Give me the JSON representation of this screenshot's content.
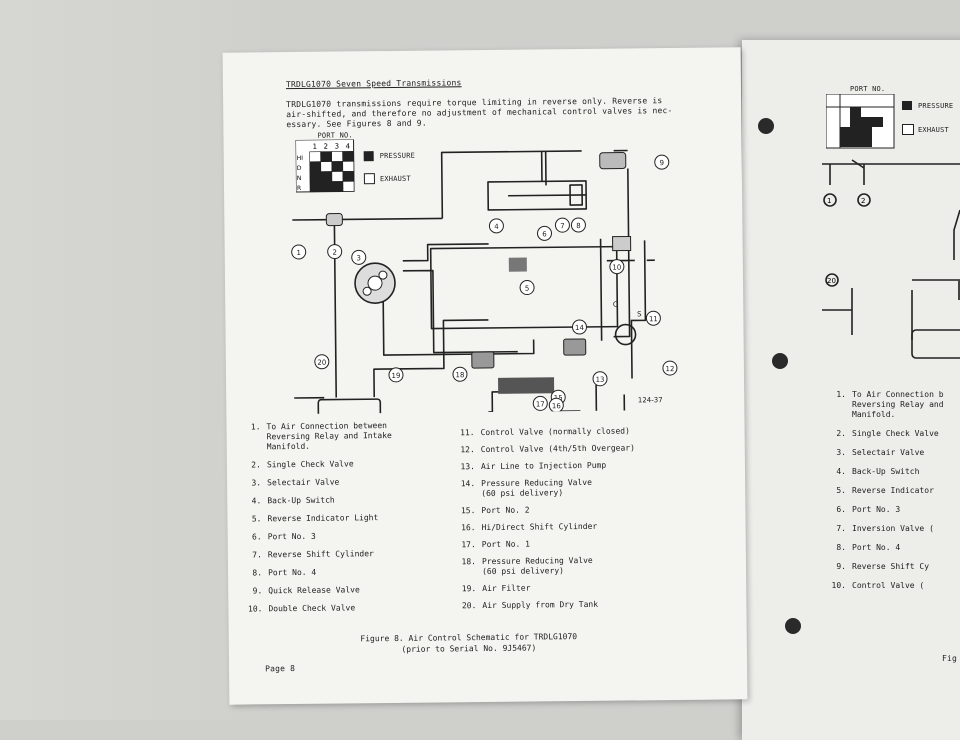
{
  "page": {
    "header": "TRDLG1070 Seven Speed Transmissions",
    "intro": [
      "TRDLG1070 transmissions require torque limiting in reverse only.  Reverse is",
      "air-shifted, and therefore no adjustment of mechanical control valves is nec-",
      "essary.  See Figures 8 and 9."
    ],
    "port_grid": {
      "title": "PORT NO.",
      "cols": [
        "1",
        "2",
        "3",
        "4"
      ],
      "rows": [
        "HI",
        "D",
        "N",
        "R"
      ],
      "pattern": [
        [
          0,
          1,
          0,
          1
        ],
        [
          1,
          0,
          1,
          0
        ],
        [
          1,
          1,
          0,
          1
        ],
        [
          1,
          1,
          1,
          0
        ]
      ]
    },
    "key": {
      "pressure": "PRESSURE",
      "exhaust": "EXHAUST"
    },
    "diagram": {
      "callouts": [
        "1",
        "2",
        "3",
        "4",
        "5",
        "6",
        "7",
        "8",
        "9",
        "10",
        "11",
        "12",
        "13",
        "14",
        "15",
        "16",
        "17",
        "18",
        "19",
        "20"
      ],
      "ref": "124-37",
      "valve_letters": [
        "C",
        "S"
      ]
    },
    "legend_left": [
      {
        "n": "1.",
        "text": "To Air Connection between\nReversing Relay and Intake\nManifold."
      },
      {
        "n": "2.",
        "text": "Single Check Valve"
      },
      {
        "n": "3.",
        "text": "Selectair Valve"
      },
      {
        "n": "4.",
        "text": "Back-Up Switch"
      },
      {
        "n": "5.",
        "text": "Reverse Indicator Light"
      },
      {
        "n": "6.",
        "text": "Port No. 3"
      },
      {
        "n": "7.",
        "text": "Reverse Shift Cylinder"
      },
      {
        "n": "8.",
        "text": "Port No. 4"
      },
      {
        "n": "9.",
        "text": "Quick Release Valve"
      },
      {
        "n": "10.",
        "text": "Double Check Valve"
      }
    ],
    "legend_right": [
      {
        "n": "11.",
        "text": "Control Valve (normally closed)"
      },
      {
        "n": "12.",
        "text": "Control Valve (4th/5th Overgear)"
      },
      {
        "n": "13.",
        "text": "Air Line to Injection Pump"
      },
      {
        "n": "14.",
        "text": "Pressure Reducing Valve\n(60 psi delivery)"
      },
      {
        "n": "15.",
        "text": "Port No. 2"
      },
      {
        "n": "16.",
        "text": "Hi/Direct Shift Cylinder"
      },
      {
        "n": "17.",
        "text": "Port No. 1"
      },
      {
        "n": "18.",
        "text": "Pressure Reducing Valve\n(60 psi delivery)"
      },
      {
        "n": "19.",
        "text": "Air Filter"
      },
      {
        "n": "20.",
        "text": "Air Supply from Dry Tank"
      }
    ],
    "caption": "Figure 8.  Air Control Schematic for TRDLG1070\n(prior to Serial No. 9J5467)",
    "footer": "Page 8"
  },
  "next_page": {
    "port_title": "PORT NO.",
    "key": {
      "pressure": "PRESSURE",
      "exhaust": "EXHAUST"
    },
    "legend": [
      {
        "n": "1.",
        "text": "To Air Connection b\nReversing Relay and\nManifold."
      },
      {
        "n": "2.",
        "text": "Single Check Valve"
      },
      {
        "n": "3.",
        "text": "Selectair Valve"
      },
      {
        "n": "4.",
        "text": "Back-Up Switch"
      },
      {
        "n": "5.",
        "text": "Reverse Indicator"
      },
      {
        "n": "6.",
        "text": "Port No. 3"
      },
      {
        "n": "7.",
        "text": "Inversion Valve ("
      },
      {
        "n": "8.",
        "text": "Port No. 4"
      },
      {
        "n": "9.",
        "text": "Reverse Shift Cy"
      },
      {
        "n": "10.",
        "text": "Control Valve ("
      }
    ],
    "caption_fragment": "Fig"
  },
  "colors": {
    "paper": "#f4f4f1",
    "ink": "#222222",
    "background": "#cfcfcc"
  }
}
